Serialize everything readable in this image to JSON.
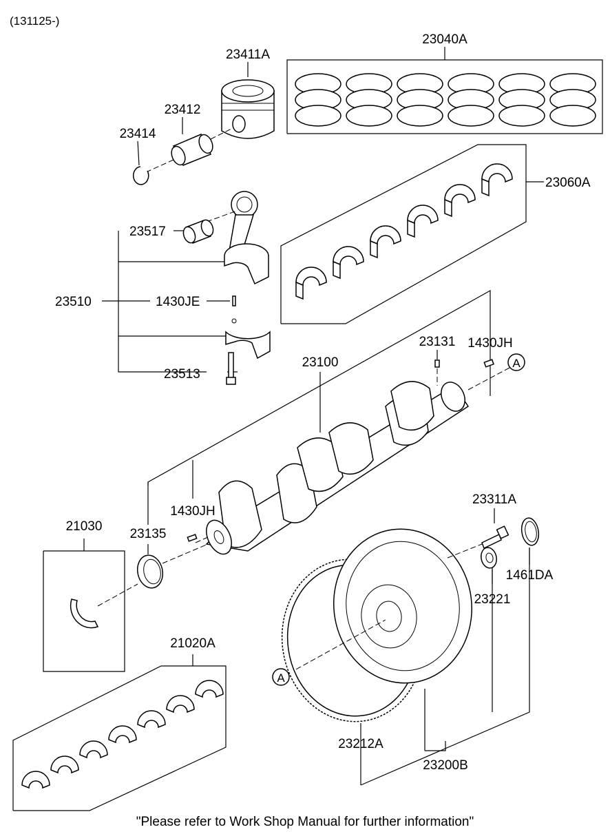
{
  "header_code": "(131125-)",
  "footer_note": "\"Please refer to Work Shop Manual for further information\"",
  "parts": {
    "p23040A": "23040A",
    "p23411A": "23411A",
    "p23412": "23412",
    "p23414": "23414",
    "p23060A": "23060A",
    "p23517": "23517",
    "p23510": "23510",
    "p1430JE": "1430JE",
    "p23513": "23513",
    "p23131": "23131",
    "p1430JH_top": "1430JH",
    "p23100": "23100",
    "p1430JH_bottom": "1430JH",
    "p21030": "21030",
    "p23135": "23135",
    "p23311A": "23311A",
    "p1461DA": "1461DA",
    "p23221": "23221",
    "p21020A": "21020A",
    "p23212A": "23212A",
    "p23200B": "23200B"
  },
  "refs": {
    "ref_top": "A",
    "ref_bottom": "A"
  }
}
